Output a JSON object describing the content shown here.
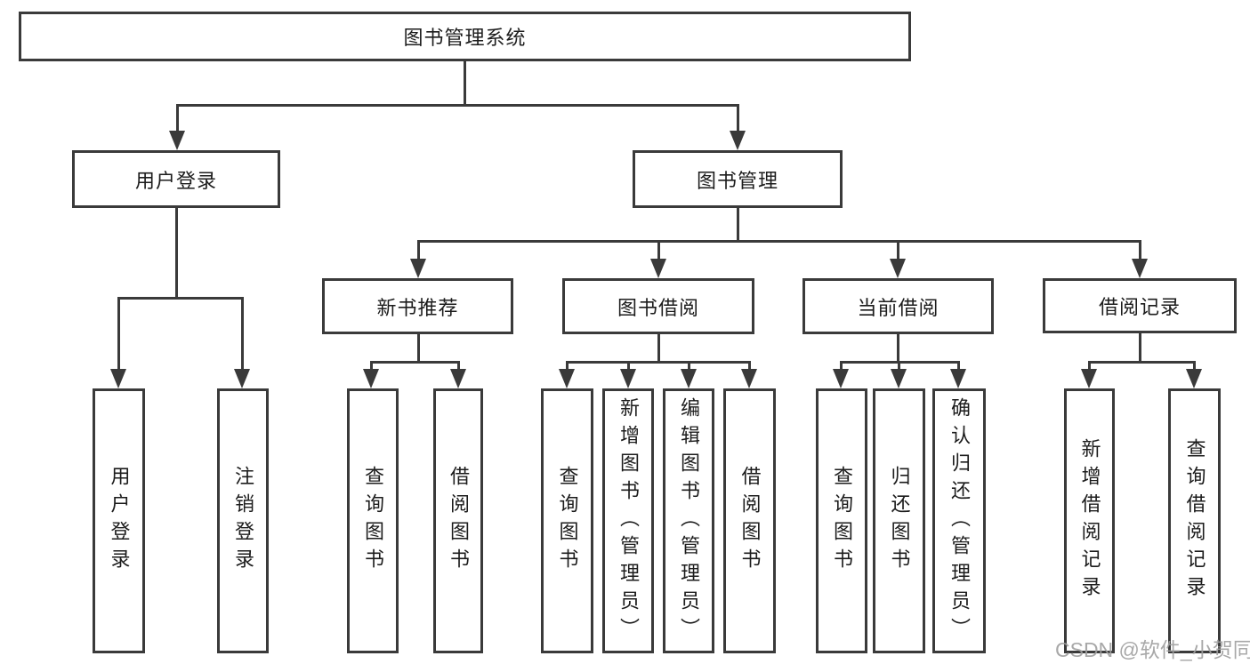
{
  "diagram": {
    "root": {
      "label": "图书管理系统"
    },
    "level2": [
      {
        "label": "用户登录"
      },
      {
        "label": "图书管理"
      }
    ],
    "level3": [
      {
        "label": "新书推荐"
      },
      {
        "label": "图书借阅"
      },
      {
        "label": "当前借阅"
      },
      {
        "label": "借阅记录"
      }
    ],
    "leaves": {
      "user_login": [
        "用户登录",
        "注销登录"
      ],
      "new_books": [
        "查询图书",
        "借阅图书"
      ],
      "book_borrow": [
        "查询图书",
        "新增图书（管理员）",
        "编辑图书（管理员）",
        "借阅图书"
      ],
      "current_borrow": [
        "查询图书",
        "归还图书",
        "确认归还（管理员）"
      ],
      "borrow_records": [
        "新增借阅记录",
        "查询借阅记录"
      ]
    }
  },
  "watermark": {
    "text": "CSDN @软件_小贺同学"
  },
  "colors": {
    "line": "#3a3a3a",
    "text": "#1c1c1c",
    "background": "#ffffff",
    "watermark": "#9e9e9e"
  }
}
